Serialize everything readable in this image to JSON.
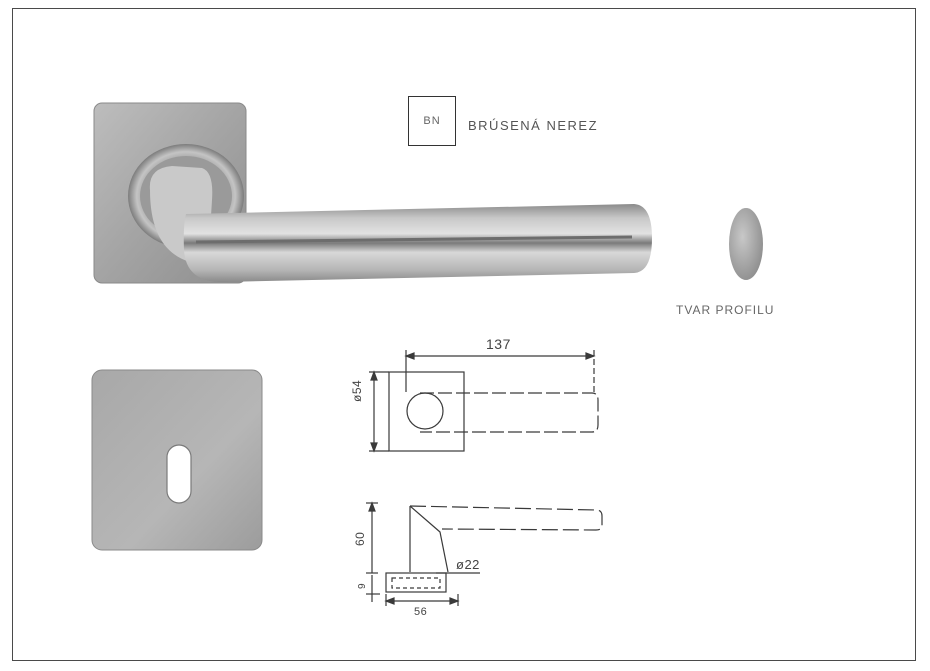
{
  "finish": {
    "code": "BN",
    "name": "BRÚSENÁ NEREZ"
  },
  "profile": {
    "label": "TVAR PROFILU"
  },
  "drawing": {
    "top_view": {
      "length": "137",
      "rosette_diameter": "ø54"
    },
    "side_view": {
      "height": "60",
      "neck_diameter": "ø22",
      "rosette_thickness": "9",
      "rosette_width": "56"
    }
  },
  "colors": {
    "steel_light": "#d2d2d2",
    "steel_mid": "#9a9a9a",
    "steel_dark": "#6a6a6a",
    "line": "#3a3a3a"
  }
}
